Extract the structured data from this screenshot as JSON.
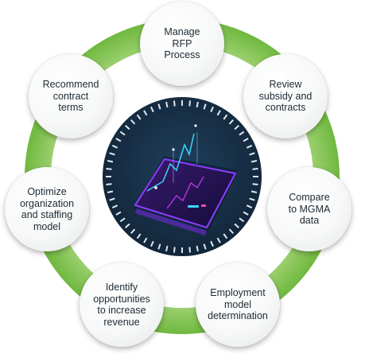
{
  "diagram": {
    "colors": {
      "ring_light": "#a9d77d",
      "ring_dark": "#6fb83f",
      "center_bg": "#12263a",
      "center_ticks": "#dfe8ef",
      "accent_cyan": "#3ad7ff",
      "accent_magenta": "#d13cff"
    },
    "center_icon": "glowing-tablet-chart-icon",
    "steps": [
      {
        "label": "Manage\nRFP\nProcess"
      },
      {
        "label": "Review\nsubsidy and\ncontracts"
      },
      {
        "label": "Compare\nto MGMA\ndata"
      },
      {
        "label": "Employment\nmodel\ndetermination"
      },
      {
        "label": "Identify\nopportunities\nto increase\nrevenue"
      },
      {
        "label": "Optimize\norganization\nand staffing\nmodel"
      },
      {
        "label": "Recommend\ncontract\nterms"
      }
    ]
  }
}
